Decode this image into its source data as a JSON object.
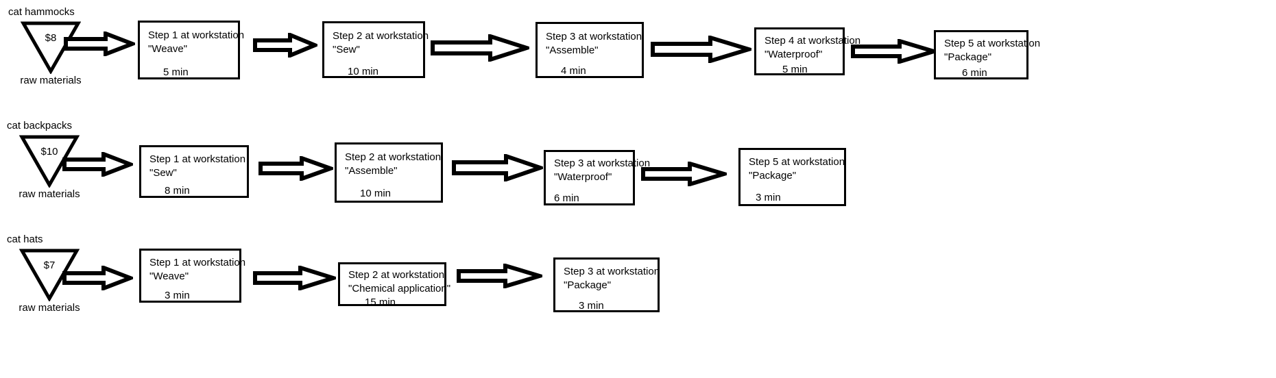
{
  "diagram": {
    "type": "process-flow",
    "product_lines": [
      {
        "name": "cat hammocks",
        "source": {
          "price": "$8",
          "caption": "raw materials"
        },
        "steps": [
          {
            "title": "Step 1 at workstation",
            "workstation": "\"Weave\"",
            "time": "5 min"
          },
          {
            "title": "Step 2 at workstation",
            "workstation": "\"Sew\"",
            "time": "10 min"
          },
          {
            "title": "Step 3 at workstation",
            "workstation": "\"Assemble\"",
            "time": "4 min"
          },
          {
            "title": "Step 4 at workstation",
            "workstation": "\"Waterproof\"",
            "time": "5 min"
          },
          {
            "title": "Step 5 at workstation",
            "workstation": "\"Package\"",
            "time": "6 min"
          }
        ]
      },
      {
        "name": "cat backpacks",
        "source": {
          "price": "$10",
          "caption": "raw materials"
        },
        "steps": [
          {
            "title": "Step 1 at workstation",
            "workstation": "\"Sew\"",
            "time": "8 min"
          },
          {
            "title": "Step 2 at workstation",
            "workstation": "\"Assemble\"",
            "time": "10 min"
          },
          {
            "title": "Step 3 at workstation",
            "workstation": "\"Waterproof\"",
            "time": "6 min"
          },
          {
            "title": "Step 5 at workstation",
            "workstation": "\"Package\"",
            "time": "3 min"
          }
        ]
      },
      {
        "name": "cat hats",
        "source": {
          "price": "$7",
          "caption": "raw materials"
        },
        "steps": [
          {
            "title": "Step 1 at workstation",
            "workstation": "\"Weave\"",
            "time": "3 min"
          },
          {
            "title": "Step 2 at workstation",
            "workstation": "\"Chemical application\"",
            "time": "15 min"
          },
          {
            "title": "Step 3 at workstation",
            "workstation": "\"Package\"",
            "time": "3 min"
          }
        ]
      }
    ],
    "colors": {
      "stroke": "#000000",
      "fill": "#ffffff",
      "background": "#ffffff"
    }
  }
}
